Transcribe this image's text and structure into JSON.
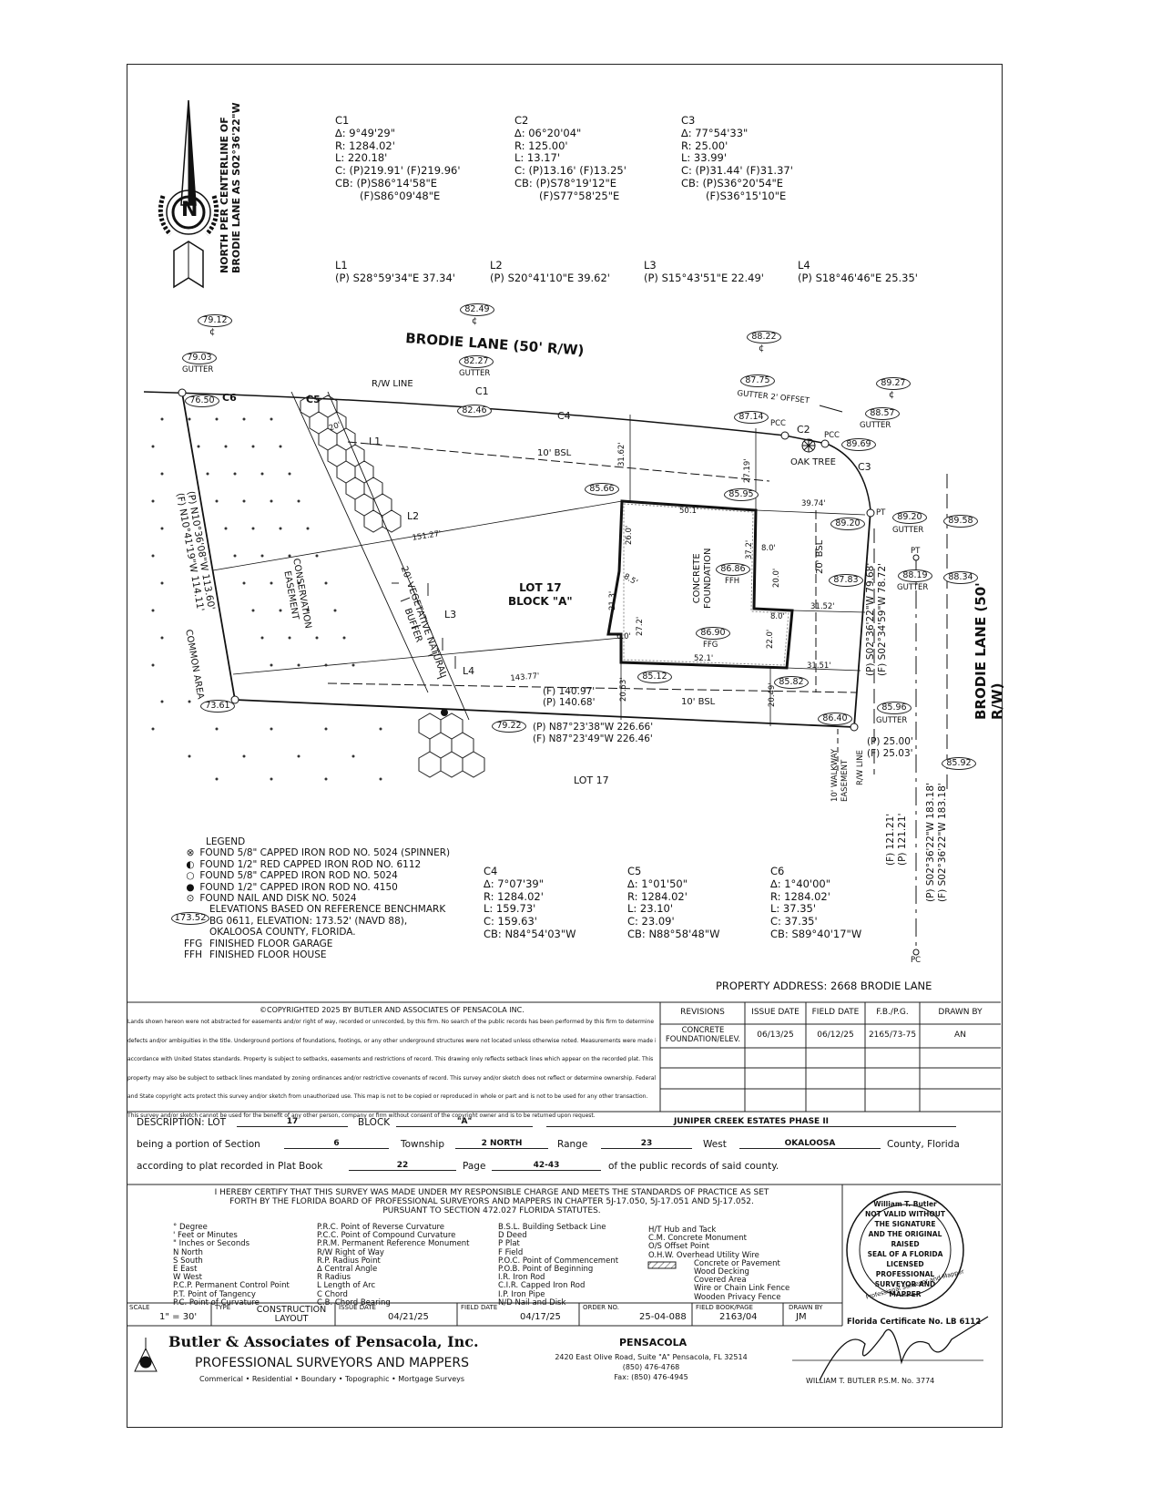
{
  "curves_top": [
    {
      "name": "C1",
      "lines": [
        "∆: 9°49'29\"",
        "R: 1284.02'",
        "L: 220.18'",
        "C: (P)219.91' (F)219.96'",
        "CB: (P)S86°14'58\"E",
        "(F)S86°09'48\"E"
      ]
    },
    {
      "name": "C2",
      "lines": [
        "∆: 06°20'04\"",
        "R: 125.00'",
        "L: 13.17'",
        "C: (P)13.16' (F)13.25'",
        "CB: (P)S78°19'12\"E",
        "(F)S77°58'25\"E"
      ]
    },
    {
      "name": "C3",
      "lines": [
        "∆: 77°54'33\"",
        "R: 25.00'",
        "L: 33.99'",
        "C: (P)31.44' (F)31.37'",
        "CB: (P)S36°20'54\"E",
        "(F)S36°15'10\"E"
      ]
    }
  ],
  "lines_table": [
    {
      "name": "L1",
      "value": "(P) S28°59'34\"E 37.34'"
    },
    {
      "name": "L2",
      "value": "(P) S20°41'10\"E 39.62'"
    },
    {
      "name": "L3",
      "value": "(P) S15°43'51\"E 22.49'"
    },
    {
      "name": "L4",
      "value": "(P) S18°46'46\"E 25.35'"
    }
  ],
  "north_note": [
    "NORTH PER CENTERLINE OF",
    "BRODIE LANE AS S02°36'22\"W"
  ],
  "north_letter": "N",
  "map": {
    "road_top": "BRODIE LANE (50' R/W)",
    "road_right": "BRODIE LANE (50' R/W)",
    "rw_line": "R/W LINE",
    "gutter": "GUTTER",
    "cl": "¢",
    "lot": "LOT 17",
    "block": "BLOCK \"A\"",
    "lot_below": "LOT 17",
    "foundation": [
      "CONCRETE",
      "FOUNDATION"
    ],
    "conservation": [
      "CONSERVATION",
      "EASEMENT"
    ],
    "vegetative": [
      "20' VEGETATIVE NATURAL",
      "BUFFER"
    ],
    "common": "COMMON AREA",
    "oak": "OAK TREE",
    "offset": "GUTTER 2' OFFSET",
    "bsl_top": "10' BSL",
    "bsl_bottom": "10' BSL",
    "bsl_right": "20' BSL",
    "walkway": [
      "10' WALKWAY",
      "EASEMENT"
    ],
    "rw_line_v": "R/W LINE",
    "ffh": "FFH",
    "ffg": "FFG",
    "pcc": "PCC",
    "pt": "PT",
    "pc": "PC",
    "labels": {
      "c1": "C1",
      "c2": "C2",
      "c3": "C3",
      "c4": "C4",
      "c5": "C5",
      "c6": "C6",
      "l1": "L1",
      "l2": "L2",
      "l3": "L3",
      "l4": "L4"
    },
    "dims": {
      "d151": "151.27'",
      "d143": "143.77'",
      "d3162": "31.62'",
      "d2719": "27.19'",
      "d3974": "39.74'",
      "d501": "50.1'",
      "d260": "26.0'",
      "d85": "8.5'",
      "d213": "21.3'",
      "d272": "27.2'",
      "d60": "6.0'",
      "d521": "52.1'",
      "d2053": "20.53'",
      "d2049": "20.49'",
      "d3151": "31.51'",
      "d3152": "31.52'",
      "d372": "37.2'",
      "d80a": "8.0'",
      "d200": "20.0'",
      "d80b": "8.0'",
      "d220": "22.0'",
      "d20": "20'",
      "left_p": "(P) N10°36'08\"W 113.60'",
      "left_f": "(F) N10°41'19\"W 114.11'",
      "bottom1_f": "(F) 140.97'",
      "bottom1_p": "(P) 140.68'",
      "bottom2_p": "(P) N87°23'38\"W 226.66'",
      "bottom2_f": "(F) N87°23'49\"W 226.46'",
      "right_p": "(P) S02°36'22\"W 79.68'",
      "right_f": "(F) S02°34'59\"W 78.72'",
      "r25_p": "(P) 25.00'",
      "r25_f": "(F) 25.03'",
      "r121_f": "(F) 121.21'",
      "r121_p": "(P) 121.21'",
      "r183_p": "(P) S02°36'22\"W 183.18'",
      "r183_f": "(F) S02°36'22\"W 183.18'"
    },
    "elev": {
      "e7912": "79.12",
      "e8249": "82.49",
      "e7903": "79.03",
      "e8227": "82.27",
      "e8822": "88.22",
      "e8775": "87.75",
      "e8927": "89.27",
      "e7650": "76.50",
      "e8246": "82.46",
      "e8714": "87.14",
      "e8857": "88.57",
      "e8969": "89.69",
      "e8566": "85.66",
      "e8595": "85.95",
      "e8920a": "89.20",
      "e8920b": "89.20",
      "e8958": "89.58",
      "e8686": "86.86",
      "e8783": "87.83",
      "e8819": "88.19",
      "e8834": "88.34",
      "e8690": "86.90",
      "e8512": "85.12",
      "e8582": "85.82",
      "e7361": "73.61",
      "e7922": "79.22",
      "e8640": "86.40",
      "e8596": "85.96",
      "e8592": "85.92"
    }
  },
  "legend": {
    "title": "LEGEND",
    "items": [
      {
        "sym": "⊗",
        "text": "FOUND 5/8\" CAPPED IRON ROD NO. 5024 (SPINNER)"
      },
      {
        "sym": "◐",
        "text": "FOUND 1/2\" RED CAPPED IRON ROD NO. 6112"
      },
      {
        "sym": "○",
        "text": "FOUND 5/8\" CAPPED IRON ROD NO. 5024"
      },
      {
        "sym": "●",
        "text": "FOUND 1/2\" CAPPED IRON ROD NO. 4150"
      },
      {
        "sym": "⊙",
        "text": "FOUND NAIL AND DISK NO. 5024"
      }
    ],
    "elev_badge": "173.52",
    "elev_lines": [
      "ELEVATIONS BASED ON REFERENCE BENCHMARK",
      "BG 0611, ELEVATION: 173.52' (NAVD 88),",
      "OKALOOSA COUNTY, FLORIDA."
    ],
    "ffg_abbr": "FFG",
    "ffg_text": "FINISHED FLOOR GARAGE",
    "ffh_abbr": "FFH",
    "ffh_text": "FINISHED FLOOR HOUSE"
  },
  "curves_bottom": [
    {
      "name": "C4",
      "lines": [
        "∆: 7°07'39\"",
        "R: 1284.02'",
        "L: 159.73'",
        "C: 159.63'",
        "CB: N84°54'03\"W"
      ]
    },
    {
      "name": "C5",
      "lines": [
        "∆: 1°01'50\"",
        "R: 1284.02'",
        "L: 23.10'",
        "C: 23.09'",
        "CB: N88°58'48\"W"
      ]
    },
    {
      "name": "C6",
      "lines": [
        "∆: 1°40'00\"",
        "R: 1284.02'",
        "L: 37.35'",
        "C: 37.35'",
        "CB: S89°40'17\"W"
      ]
    }
  ],
  "property_address": "PROPERTY ADDRESS: 2668 BRODIE LANE",
  "copyright": "©COPYRIGHTED 2025 BY BUTLER AND ASSOCIATES OF PENSACOLA INC.",
  "notes": [
    "Lands shown hereon were not abstracted for easements and/or right of way, recorded or unrecorded, by this firm. No search of the public records has been performed by this firm to determine any",
    "defects and/or ambiguities in the title. Underground portions of foundations, footings, or any other underground structures were not located unless otherwise noted. Measurements were made in",
    "accordance with United States standards. Property is subject to setbacks, easements and restrictions of record. This drawing only reflects setback lines which appear on the recorded plat. This",
    "property may also be subject to setback lines mandated by zoning ordinances and/or restrictive covenants of record. This survey and/or sketch does not reflect or determine ownership. Federal",
    "and State copyright acts protect this survey and/or sketch from unauthorized use. This map is not to be copied or reproduced in whole or part and is not to be used for any other transaction.",
    "This survey and/or sketch cannot be used for the benefit of any other person, company or firm without consent of the copyright owner and is to be returned upon request."
  ],
  "revisions": {
    "headers": [
      "REVISIONS",
      "ISSUE DATE",
      "FIELD DATE",
      "F.B./P.G.",
      "DRAWN BY"
    ],
    "row": [
      "CONCRETE FOUNDATION/ELEV.",
      "06/13/25",
      "06/12/25",
      "2165/73-75",
      "AN"
    ]
  },
  "description": {
    "desc_label": "DESCRIPTION:  LOT",
    "lot": "17",
    "block_label": "BLOCK",
    "block": "\"A\"",
    "subdivision": "JUNIPER CREEK ESTATES PHASE II",
    "portion_label": "being a portion of Section",
    "section": "6",
    "township_label": "Township",
    "township": "2 NORTH",
    "range_label": "Range",
    "range": "23",
    "west_label": "West",
    "county": "OKALOOSA",
    "county_label": "County, Florida",
    "plat_label": "according to plat recorded in Plat Book",
    "plat_book": "22",
    "page_label": "Page",
    "page": "42-43",
    "public_label": "of the public records of said county."
  },
  "certify": [
    "I HEREBY CERTIFY THAT THIS SURVEY WAS MADE UNDER MY RESPONSIBLE CHARGE AND MEETS THE STANDARDS OF PRACTICE AS SET",
    "FORTH BY THE FLORIDA BOARD OF PROFESSIONAL SURVEYORS AND MAPPERS IN CHAPTER 5J-17.050, 5J-17.051 AND 5J-17.052.",
    "PURSUANT TO SECTION 472.027 FLORIDA STATUTES."
  ],
  "abbrev_cols": [
    [
      "°  Degree",
      "'  Feet or Minutes",
      "\"  Inches or Seconds",
      "N  North",
      "S  South",
      "E  East",
      "W  West",
      "P.C.P.  Permanent Control Point",
      "P.T.  Point of Tangency",
      "P.C.  Point of Curvature"
    ],
    [
      "P.R.C.  Point of Reverse Curvature",
      "P.C.C.  Point of Compound Curvature",
      "P.R.M.  Permanent Reference Monument",
      "R/W  Right of Way",
      "R.P.  Radius Point",
      "∆  Central Angle",
      "R  Radius",
      "L  Length of Arc",
      "C  Chord",
      "C.B.  Chord Bearing"
    ],
    [
      "B.S.L.  Building Setback Line",
      "D  Deed",
      "P  Plat",
      "F  Field",
      "P.O.C.  Point of Commencement",
      "P.O.B.  Point of Beginning",
      "I.R.  Iron Rod",
      "C.I.R.  Capped Iron Rod",
      "I.P.  Iron Pipe",
      "N/D  Nail and Disk"
    ],
    [
      "H/T  Hub and Tack",
      "C.M.  Concrete Monument",
      "O/S  Offset Point",
      "O.H.W.  Overhead Utility Wire",
      "Concrete or Pavement",
      "Wood Decking",
      "Covered Area",
      "Wire or Chain Link Fence",
      "Wooden Privacy Fence"
    ]
  ],
  "bottom_row": {
    "scale_label": "SCALE",
    "scale": "1\" = 30'",
    "type_label": "TYPE",
    "type": "CONSTRUCTION LAYOUT",
    "issue_label": "ISSUE DATE",
    "issue": "04/21/25",
    "field_label": "FIELD DATE",
    "field": "04/17/25",
    "order_label": "ORDER NO.",
    "order": "25-04-088",
    "fb_label": "FIELD BOOK/PAGE",
    "fb": "2163/04",
    "drawn_label": "DRAWN BY",
    "drawn": "JM"
  },
  "seal": [
    "William T. Butler",
    "NOT VALID WITHOUT",
    "THE SIGNATURE",
    "AND THE ORIGINAL RAISED",
    "SEAL OF A FLORIDA",
    "LICENSED",
    "PROFESSIONAL",
    "SURVEYOR AND MAPPER",
    "Professional Surveyor and Mapper"
  ],
  "florida_cert": "Florida Certificate No. LB 6112",
  "firm": {
    "name": "Butler & Associates of Pensacola, Inc.",
    "sub": "PROFESSIONAL SURVEYORS AND MAPPERS",
    "services": "Commerical • Residential • Boundary • Topographic • Mortgage Surveys",
    "office": "PENSACOLA",
    "address": "2420 East Olive Road, Suite \"A\" Pensacola, FL 32514",
    "phone": "(850) 476-4768",
    "fax": "Fax: (850) 476-4945"
  },
  "signer": "WILLIAM T. BUTLER P.S.M. No. 3774"
}
